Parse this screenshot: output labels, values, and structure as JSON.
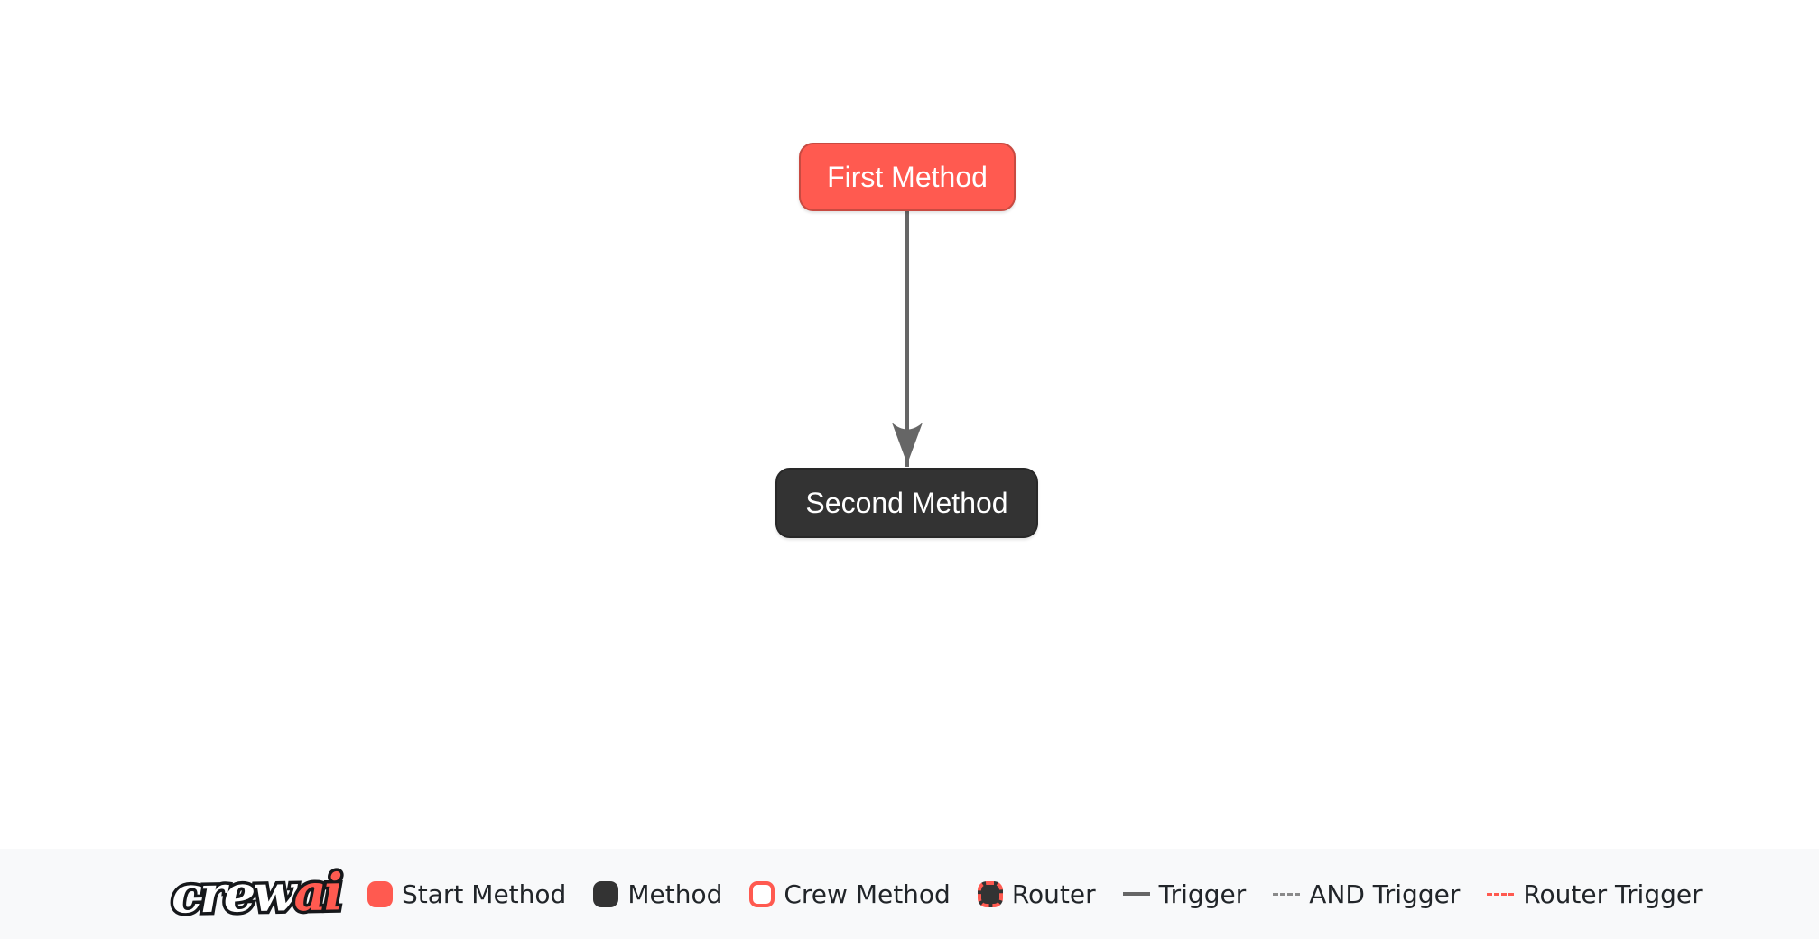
{
  "flow": {
    "nodes": [
      {
        "id": "first_method",
        "label": "First Method",
        "type": "start-method",
        "bg": "#FF5A50",
        "border": "#C84A41",
        "text_color": "#FFFFFF"
      },
      {
        "id": "second_method",
        "label": "Second Method",
        "type": "method",
        "bg": "#333333",
        "border": "#282828",
        "text_color": "#FFFFFF"
      }
    ],
    "edges": [
      {
        "from": "first_method",
        "to": "second_method",
        "type": "trigger",
        "color": "#666666",
        "arrow": "down"
      }
    ]
  },
  "footer": {
    "background": "#F8F9FA",
    "logo": {
      "part1": "crew",
      "part2": "ai",
      "part2_color": "#FF5A50"
    },
    "legend": [
      {
        "label": "Start Method",
        "swatch": "square-red"
      },
      {
        "label": "Method",
        "swatch": "square-dark"
      },
      {
        "label": "Crew Method",
        "swatch": "square-white-red-border"
      },
      {
        "label": "Router",
        "swatch": "square-dark-red-dashed-border"
      },
      {
        "label": "Trigger",
        "swatch": "line-solid-gray"
      },
      {
        "label": "AND Trigger",
        "swatch": "line-dashed-gray"
      },
      {
        "label": "Router Trigger",
        "swatch": "line-dashed-red"
      }
    ],
    "colors": {
      "accent_red": "#FF5A50",
      "dark": "#333333",
      "edge_gray": "#666666",
      "text": "#212529"
    }
  }
}
